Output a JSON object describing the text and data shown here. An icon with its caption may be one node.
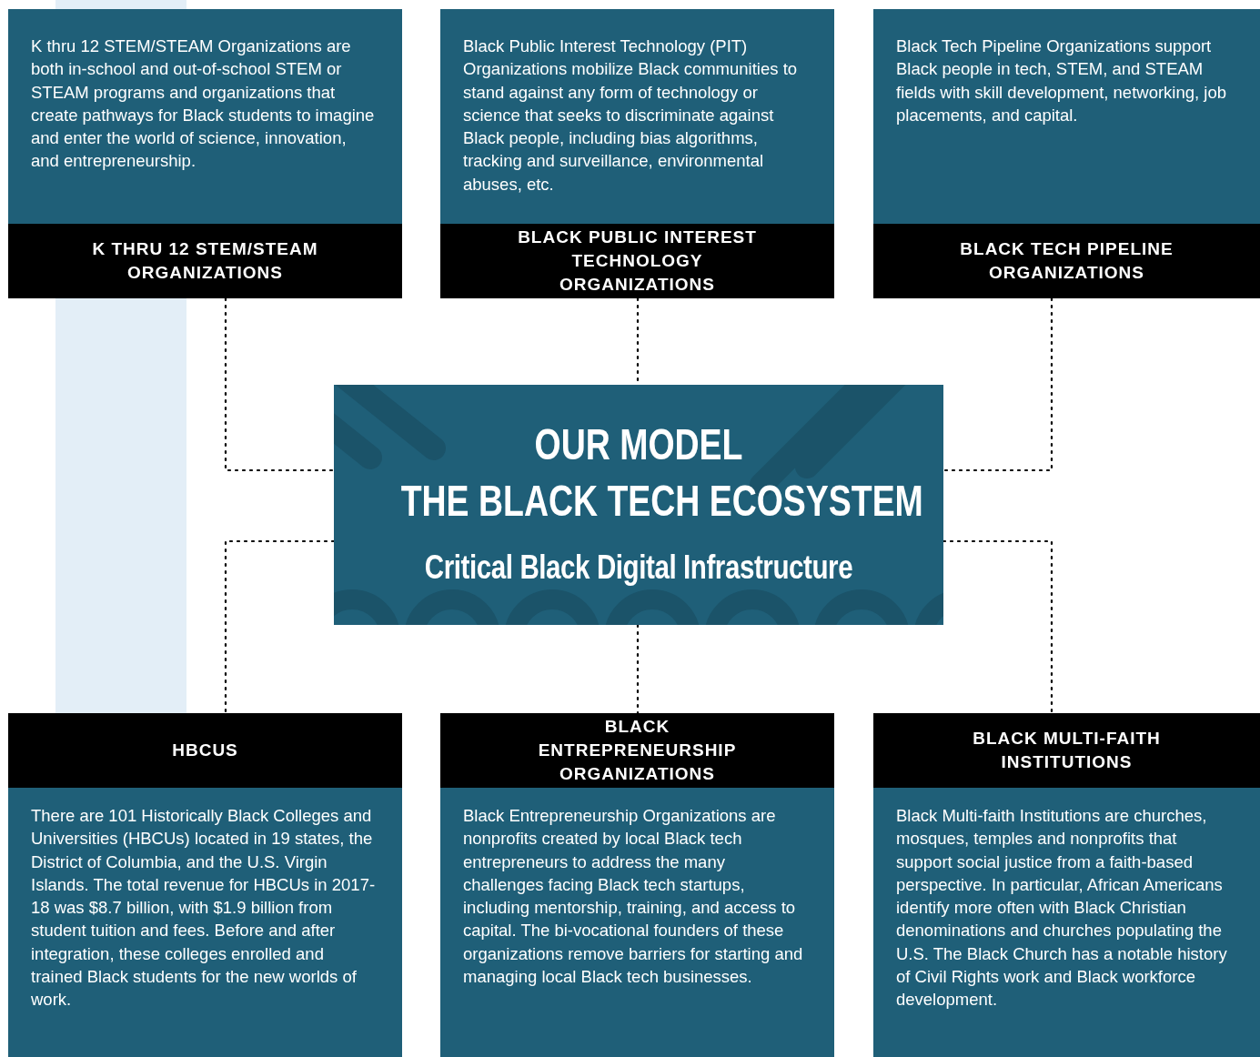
{
  "diagram": {
    "nodes": [
      {
        "text": [
          "K thru 12 STEM/STEAM Organizations are both in-school and out-of-school STEM or STEAM programs and organizations that create pathways for Black students to imagine and enter the world of science, innovation, and entrepreneurship.",
          "K THRU 12 STEM/STEAM ORGANIZATIONS"
        ]
      },
      {
        "text": [
          "Black Public Interest Technology (PIT) Organizations mobilize Black communities to stand against any form of technology or science that seeks to discriminate against Black people, including bias algorithms, tracking and surveillance, environmental abuses, etc.",
          "BLACK PUBLIC INTEREST TECHNOLOGY ORGANIZATIONS"
        ]
      },
      {
        "text": [
          "Black Tech Pipeline Organizations support Black people in tech, STEM, and STEAM fields with skill development, networking, job placements, and capital.",
          "BLACK TECH PIPELINE ORGANIZATIONS"
        ]
      },
      {
        "text": [
          "OUR MODEL",
          "THE BLACK TECH ECOSYSTEM",
          "Critical Black Digital Infrastructure"
        ]
      },
      {
        "text": [
          "HBCUS",
          "There are 101 Historically Black Colleges and Universities (HBCUs) located in 19 states, the District of Columbia, and the U.S. Virgin Islands. The total revenue for HBCUs in 2017-18 was $8.7 billion, with $1.9 billion from student tuition and fees. Before and after integration, these colleges enrolled and trained Black students for the new worlds of work."
        ]
      },
      {
        "text": [
          "BLACK ENTREPRENEURSHIP ORGANIZATIONS",
          "Black Entrepreneurship Organizations are nonprofits created by local Black tech entrepreneurs to address the many challenges facing Black tech startups, including mentorship, training, and access to capital. The bi-vocational founders of these organizations remove barriers for starting and managing local Black tech businesses."
        ]
      },
      {
        "text": [
          "BLACK MULTI-FAITH INSTITUTIONS",
          "Black Multi-faith Institutions are churches, mosques, temples and nonprofits that support social justice from a faith-based perspective. In particular, African Americans identify more often with Black Christian denominations and churches populating the U.S. The Black Church has a notable history of Civil Rights work and Black workforce development."
        ]
      }
    ],
    "edges": [
      {
        "from": 0,
        "to": 3,
        "arrow": "none",
        "style": "dashed"
      },
      {
        "from": 1,
        "to": 3,
        "arrow": "none",
        "style": "dashed"
      },
      {
        "from": 2,
        "to": 3,
        "arrow": "none",
        "style": "dashed"
      },
      {
        "from": 3,
        "to": 4,
        "arrow": "none",
        "style": "dashed"
      },
      {
        "from": 3,
        "to": 5,
        "arrow": "none",
        "style": "dashed"
      },
      {
        "from": 3,
        "to": 6,
        "arrow": "none",
        "style": "dashed"
      }
    ]
  }
}
